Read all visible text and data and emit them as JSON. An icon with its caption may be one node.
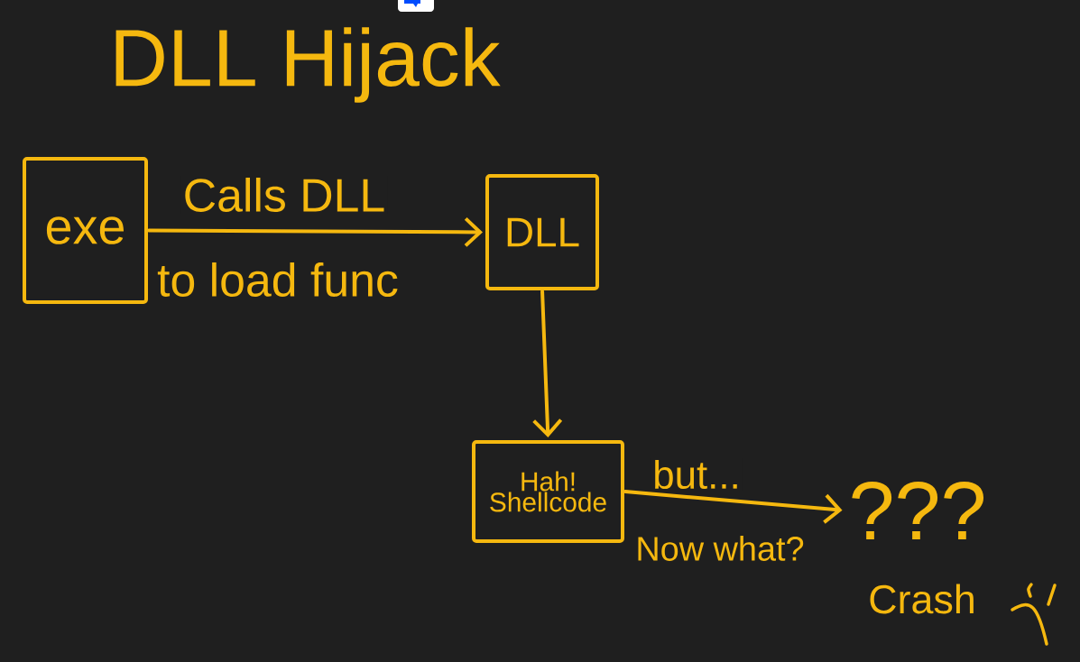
{
  "diagram": {
    "title": "DLL Hijack",
    "nodes": [
      {
        "text": [
          "exe"
        ]
      },
      {
        "text": [
          "DLL"
        ]
      },
      {
        "text": [
          "Hah! Shellcode"
        ]
      },
      {
        "text": [
          "???"
        ]
      }
    ],
    "edges": [
      {
        "from": 0,
        "to": 1,
        "arrow": "to",
        "label": "Calls DLL"
      },
      {
        "from": 1,
        "to": 2,
        "arrow": "to"
      },
      {
        "from": 2,
        "to": 3,
        "arrow": "to",
        "label": "but..."
      }
    ],
    "labels": [
      "to load func",
      "Now what?",
      "Crash"
    ]
  }
}
